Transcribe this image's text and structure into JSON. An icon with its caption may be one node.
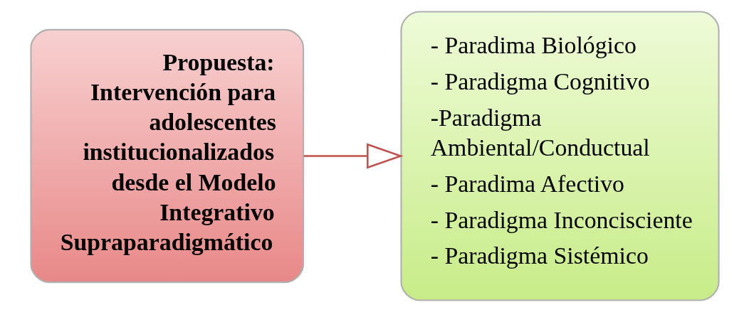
{
  "diagram": {
    "nodes": [
      {
        "text": [
          "Propuesta: Intervención para adolescentes institucionalizados desde el Modelo Integrativo Supraparadigmático"
        ]
      },
      {
        "text": [
          "- Paradima Biológico",
          "- Paradigma Cognitivo",
          "-Paradigma Ambiental/Conductual",
          "- Paradima Afectivo",
          "- Paradigma Inconcisciente",
          "- Paradigma Sistémico"
        ]
      }
    ],
    "edges": [
      {
        "from": 0,
        "to": 1,
        "arrow": "to"
      }
    ]
  }
}
